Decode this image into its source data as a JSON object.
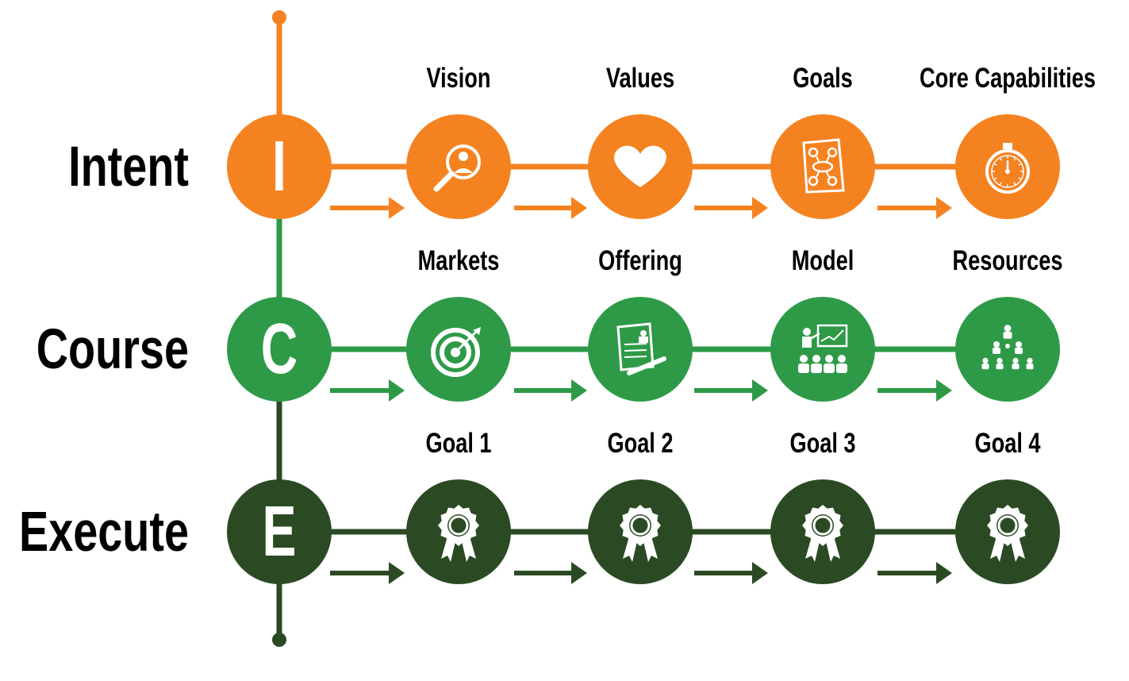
{
  "colors": {
    "intent": "#f58220",
    "course": "#2e9a47",
    "execute": "#2b4a24",
    "text": "#000000",
    "icon": "#ffffff"
  },
  "rows": [
    {
      "title": "Intent",
      "letter": "I",
      "color_key": "intent",
      "steps": [
        {
          "label": "Vision",
          "icon": "magnifier-person-icon"
        },
        {
          "label": "Values",
          "icon": "heart-icon"
        },
        {
          "label": "Goals",
          "icon": "flowchart-document-icon"
        },
        {
          "label": "Core Capabilities",
          "icon": "stopwatch-icon"
        }
      ]
    },
    {
      "title": "Course",
      "letter": "C",
      "color_key": "course",
      "steps": [
        {
          "label": "Markets",
          "icon": "target-icon"
        },
        {
          "label": "Offering",
          "icon": "document-pen-icon"
        },
        {
          "label": "Model",
          "icon": "presentation-icon"
        },
        {
          "label": "Resources",
          "icon": "org-chart-icon"
        }
      ]
    },
    {
      "title": "Execute",
      "letter": "E",
      "color_key": "execute",
      "steps": [
        {
          "label": "Goal 1",
          "icon": "award-ribbon-icon"
        },
        {
          "label": "Goal 2",
          "icon": "award-ribbon-icon"
        },
        {
          "label": "Goal 3",
          "icon": "award-ribbon-icon"
        },
        {
          "label": "Goal 4",
          "icon": "award-ribbon-icon"
        }
      ]
    }
  ]
}
